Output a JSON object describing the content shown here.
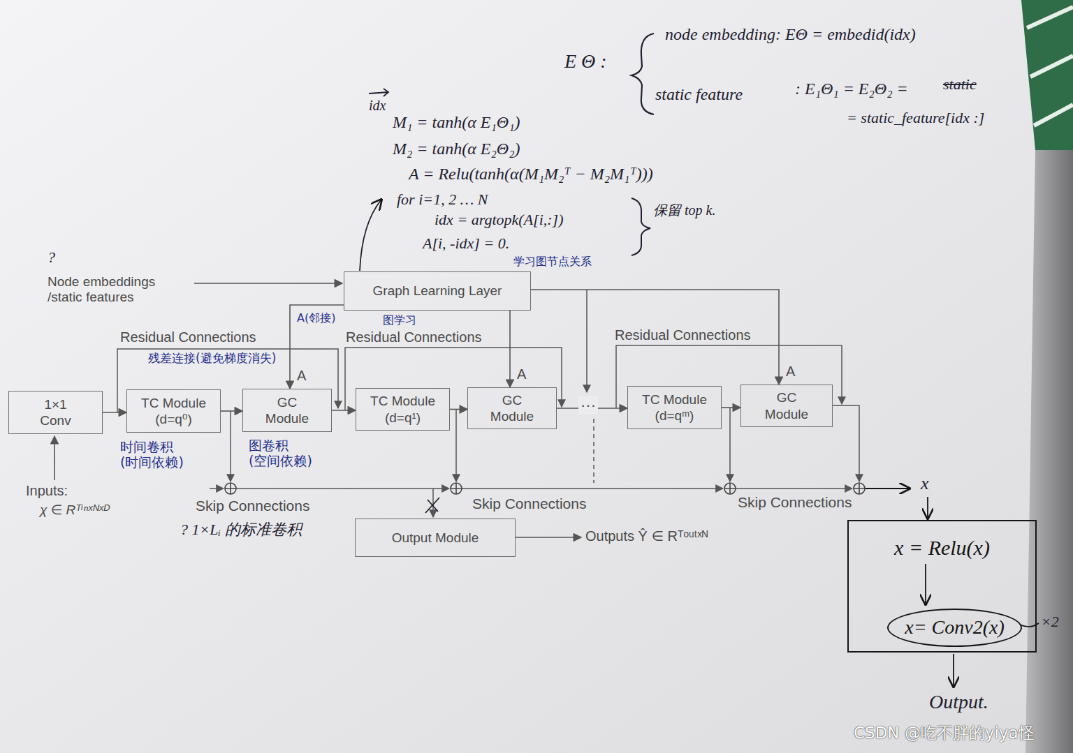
{
  "diagram": {
    "nodes": [
      {
        "text": [
          "Graph Learning Layer"
        ]
      },
      {
        "text": [
          "1×1 Conv"
        ]
      },
      {
        "text": [
          "TC Module (d=q⁰)"
        ]
      },
      {
        "text": [
          "GC Module"
        ]
      },
      {
        "text": [
          "TC Module (d=q¹)"
        ]
      },
      {
        "text": [
          "GC Module"
        ]
      },
      {
        "text": [
          "TC Module (d=qᵐ)"
        ]
      },
      {
        "text": [
          "GC Module"
        ]
      },
      {
        "text": [
          "Output Module"
        ]
      },
      {
        "text": [
          "x = Relu(x)"
        ]
      },
      {
        "text": [
          "x= Conv2(x)"
        ],
        "in": 9
      }
    ],
    "edges": [
      {
        "from": 1,
        "to": 2,
        "arrow": "to"
      },
      {
        "from": 2,
        "to": 3,
        "arrow": "to"
      },
      {
        "from": 3,
        "to": 4,
        "arrow": "to"
      },
      {
        "from": 4,
        "to": 5,
        "arrow": "to"
      },
      {
        "from": 5,
        "to": 6,
        "arrow": "to"
      },
      {
        "from": 6,
        "to": 7,
        "arrow": "to"
      },
      {
        "from": 0,
        "to": 3,
        "label": "A",
        "arrow": "to"
      },
      {
        "from": 0,
        "to": 5,
        "label": "A",
        "arrow": "to"
      },
      {
        "from": 0,
        "to": 7,
        "label": "A",
        "arrow": "to"
      }
    ],
    "labels": [
      "?",
      "Node embeddings /static features",
      "E Θ :",
      "node embedding: EΘ = embedid(idx)",
      "static feature",
      ": E₁Θ₁ = E₂Θ₂ =",
      "static",
      "= static_feature[idx :]",
      "idx",
      "M₁ = tanh(α E₁Θ₁)",
      "M₂ = tanh(α E₂Θ₂)",
      "A = Relu(tanh(α(M₁M₂ᵀ − M₂M₁ᵀ)))",
      "for i=1, 2 … N",
      "idx = argtopk(A[i,:])",
      "A[i, -idx] = 0.",
      "保留 top k.",
      "学习图节点关系",
      "A(邻接)",
      "图学习",
      "Residual Connections",
      "残差连接(避免梯度消失)",
      "Residual Connections",
      "Residual Connections",
      "时间卷积 (时间依赖)",
      "图卷积 (空间依赖)",
      "···",
      "Inputs:",
      "χ ∈ Rᵀⁱⁿˣᴺˣᴰ",
      "Skip Connections",
      "?  1×Lᵢ 的标准卷积",
      "Skip Connections",
      "Skip Connections",
      "Outputs Ŷ ∈ Rᵀᵒᵘᵗˣᴺ",
      "x",
      "×2",
      "Output.",
      "CSDN @吃不胖的yiya怪"
    ]
  }
}
